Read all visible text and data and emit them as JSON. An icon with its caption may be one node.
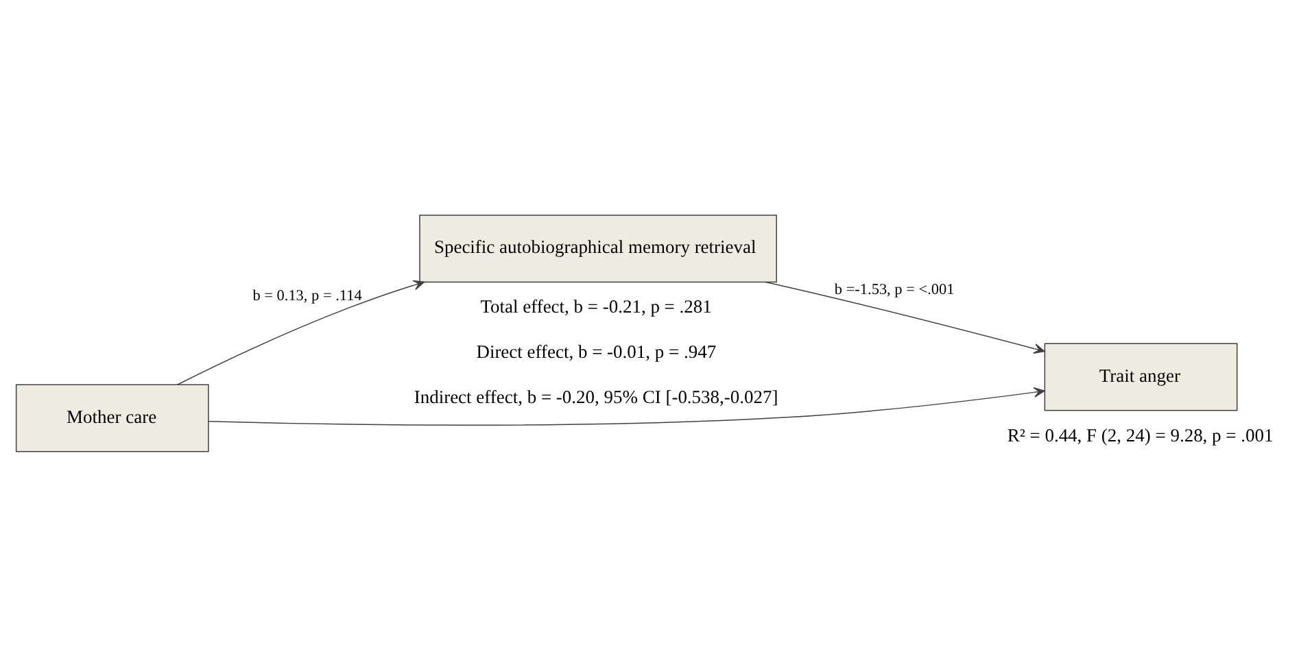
{
  "diagram": {
    "nodes": [
      {
        "text": [
          "Mother care"
        ]
      },
      {
        "text": [
          "Specific autobiographical memory retrieval"
        ]
      },
      {
        "text": [
          "Trait anger"
        ],
        "beside": [
          "R² = 0.44, F (2, 24) = 9.28, p = .001"
        ]
      }
    ],
    "edges": [
      {
        "from": 0,
        "to": 1,
        "arrow": "to",
        "label": "b = 0.13, p = .114"
      },
      {
        "from": 1,
        "to": 2,
        "arrow": "to",
        "label": "b =-1.53, p = <.001"
      },
      {
        "from": 0,
        "to": 2,
        "arrow": "to"
      }
    ],
    "labels": [
      "Total effect, b = -0.21, p = .281",
      "Direct effect, b = -0.01, p = .947",
      "Indirect effect, b = -0.20, 95% CI [-0.538,-0.027]"
    ]
  }
}
